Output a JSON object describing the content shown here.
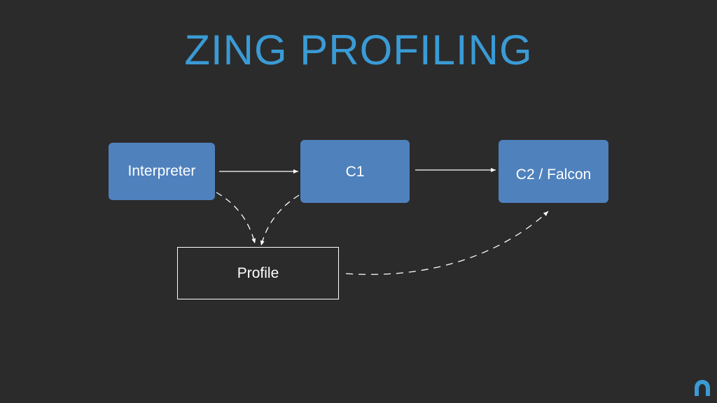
{
  "slide": {
    "title": "ZING PROFILING"
  },
  "nodes": {
    "interpreter": "Interpreter",
    "c1": "C1",
    "c2": "C2 / Falcon",
    "profile": "Profile"
  },
  "colors": {
    "background": "#2b2b2b",
    "title": "#3a9bd5",
    "node_fill": "#4f81bd",
    "text": "#ffffff",
    "connector": "#ffffff"
  },
  "icons": {
    "logo": "azul-logo-icon"
  }
}
